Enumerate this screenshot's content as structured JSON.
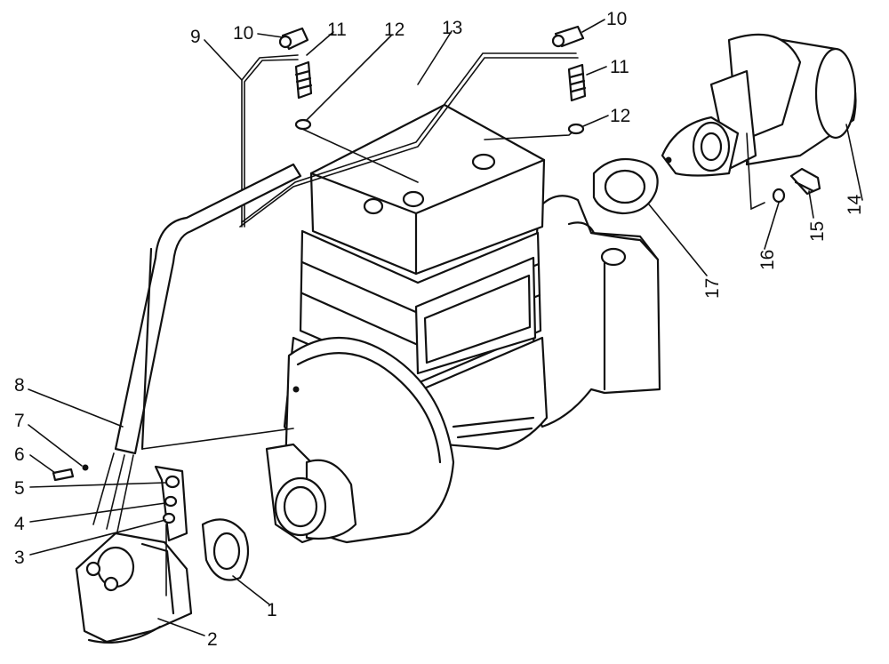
{
  "callouts": [
    {
      "id": "c1",
      "text": "1"
    },
    {
      "id": "c2",
      "text": "2"
    },
    {
      "id": "c3",
      "text": "3"
    },
    {
      "id": "c4",
      "text": "4"
    },
    {
      "id": "c5",
      "text": "5"
    },
    {
      "id": "c6",
      "text": "6"
    },
    {
      "id": "c7",
      "text": "7"
    },
    {
      "id": "c8",
      "text": "8"
    },
    {
      "id": "c9",
      "text": "9"
    },
    {
      "id": "c10a",
      "text": "10"
    },
    {
      "id": "c10b",
      "text": "10"
    },
    {
      "id": "c11a",
      "text": "11"
    },
    {
      "id": "c11b",
      "text": "11"
    },
    {
      "id": "c12a",
      "text": "12"
    },
    {
      "id": "c12b",
      "text": "12"
    },
    {
      "id": "c13",
      "text": "13"
    },
    {
      "id": "c14",
      "text": "14"
    },
    {
      "id": "c15",
      "text": "15"
    },
    {
      "id": "c16",
      "text": "16"
    },
    {
      "id": "c17",
      "text": "17"
    }
  ]
}
